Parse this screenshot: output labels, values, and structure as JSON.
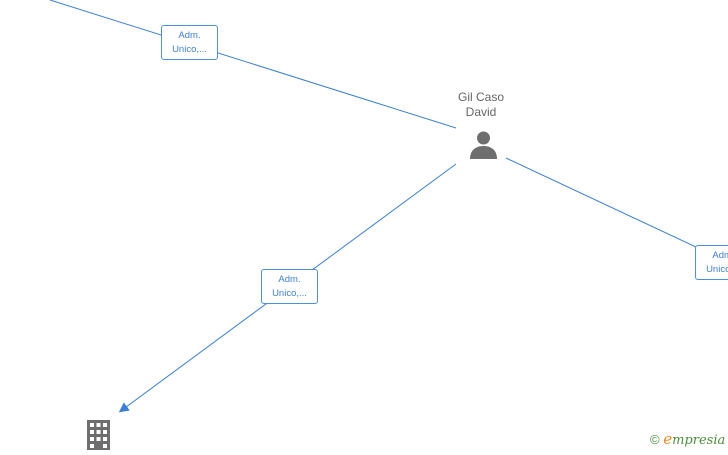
{
  "person": {
    "name_line1": "Gil Caso",
    "name_line2": "David",
    "icon": "person-icon"
  },
  "edges": [
    {
      "label_line1": "Adm.",
      "label_line2": "Unico,..."
    },
    {
      "label_line1": "Adm.",
      "label_line2": "Unico,..."
    },
    {
      "label_line1": "Adm.",
      "label_line2": "Unico,..."
    }
  ],
  "company": {
    "icon": "building-icon"
  },
  "watermark": {
    "copyright": "©",
    "brand_initial": "e",
    "brand_rest": "mpresia"
  },
  "colors": {
    "edge": "#3a7fd6",
    "node_icon": "#6e6e6e",
    "label_text": "#3f7fd9"
  }
}
